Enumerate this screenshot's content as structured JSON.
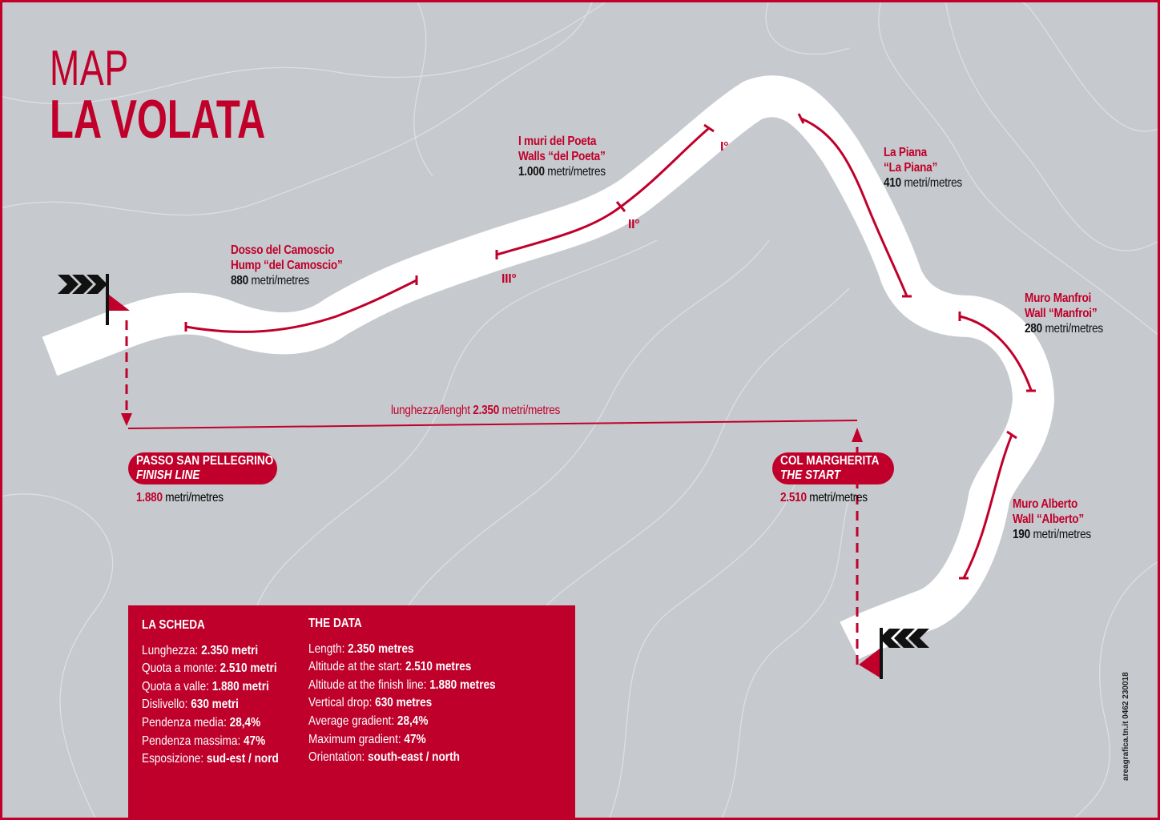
{
  "title": {
    "line1": "MAP",
    "line2": "LA VOLATA"
  },
  "colors": {
    "accent": "#c0002a",
    "background": "#c6cace",
    "route": "#ffffff"
  },
  "segments": [
    {
      "it": "Dosso del Camoscio",
      "en": "Hump “del Camoscio”",
      "value": "880",
      "unit": " metri/metres"
    },
    {
      "it": "I muri del Poeta",
      "en": "Walls “del Poeta”",
      "value": "1.000",
      "unit": " metri/metres"
    },
    {
      "it": "La Piana",
      "en": "“La Piana”",
      "value": "410",
      "unit": " metri/metres"
    },
    {
      "it": "Muro Manfroi",
      "en": "Wall “Manfroi”",
      "value": "280",
      "unit": " metri/metres"
    },
    {
      "it": "Muro Alberto",
      "en": "Wall “Alberto”",
      "value": "190",
      "unit": " metri/metres"
    }
  ],
  "walls": [
    "I°",
    "II°",
    "III°"
  ],
  "length": {
    "label": "lunghezza/lenght ",
    "value": "2.350",
    "unit": " metri/metres"
  },
  "finish": {
    "name": "PASSO SAN PELLEGRINO",
    "sub": "FINISH LINE",
    "value": "1.880",
    "unit": " metri/metres"
  },
  "start": {
    "name": "COL MARGHERITA",
    "sub": "THE START",
    "value": "2.510",
    "unit": " metri/metres"
  },
  "scheda": {
    "heading": "LA SCHEDA",
    "rows": [
      {
        "k": "Lunghezza: ",
        "v": "2.350 metri"
      },
      {
        "k": "Quota a monte: ",
        "v": "2.510 metri"
      },
      {
        "k": "Quota a valle: ",
        "v": "1.880 metri"
      },
      {
        "k": "Dislivello: ",
        "v": "630 metri"
      },
      {
        "k": "Pendenza media: ",
        "v": "28,4%"
      },
      {
        "k": "Pendenza massima: ",
        "v": "47%"
      },
      {
        "k": "Esposizione: ",
        "v": "sud-est / nord"
      }
    ]
  },
  "data": {
    "heading": "THE DATA",
    "rows": [
      {
        "k": "Length: ",
        "v": "2.350 metres"
      },
      {
        "k": "Altitude at the start:  ",
        "v": "2.510 metres"
      },
      {
        "k": "Altitude at the finish line: ",
        "v": "1.880 metres"
      },
      {
        "k": "Vertical drop: ",
        "v": "630 metres"
      },
      {
        "k": "Average gradient: ",
        "v": "28,4%"
      },
      {
        "k": "Maximum gradient: ",
        "v": "47%"
      },
      {
        "k": "Orientation: ",
        "v": "south-east / north"
      }
    ]
  },
  "credit": "areagrafica.tn.it   0462 230018"
}
